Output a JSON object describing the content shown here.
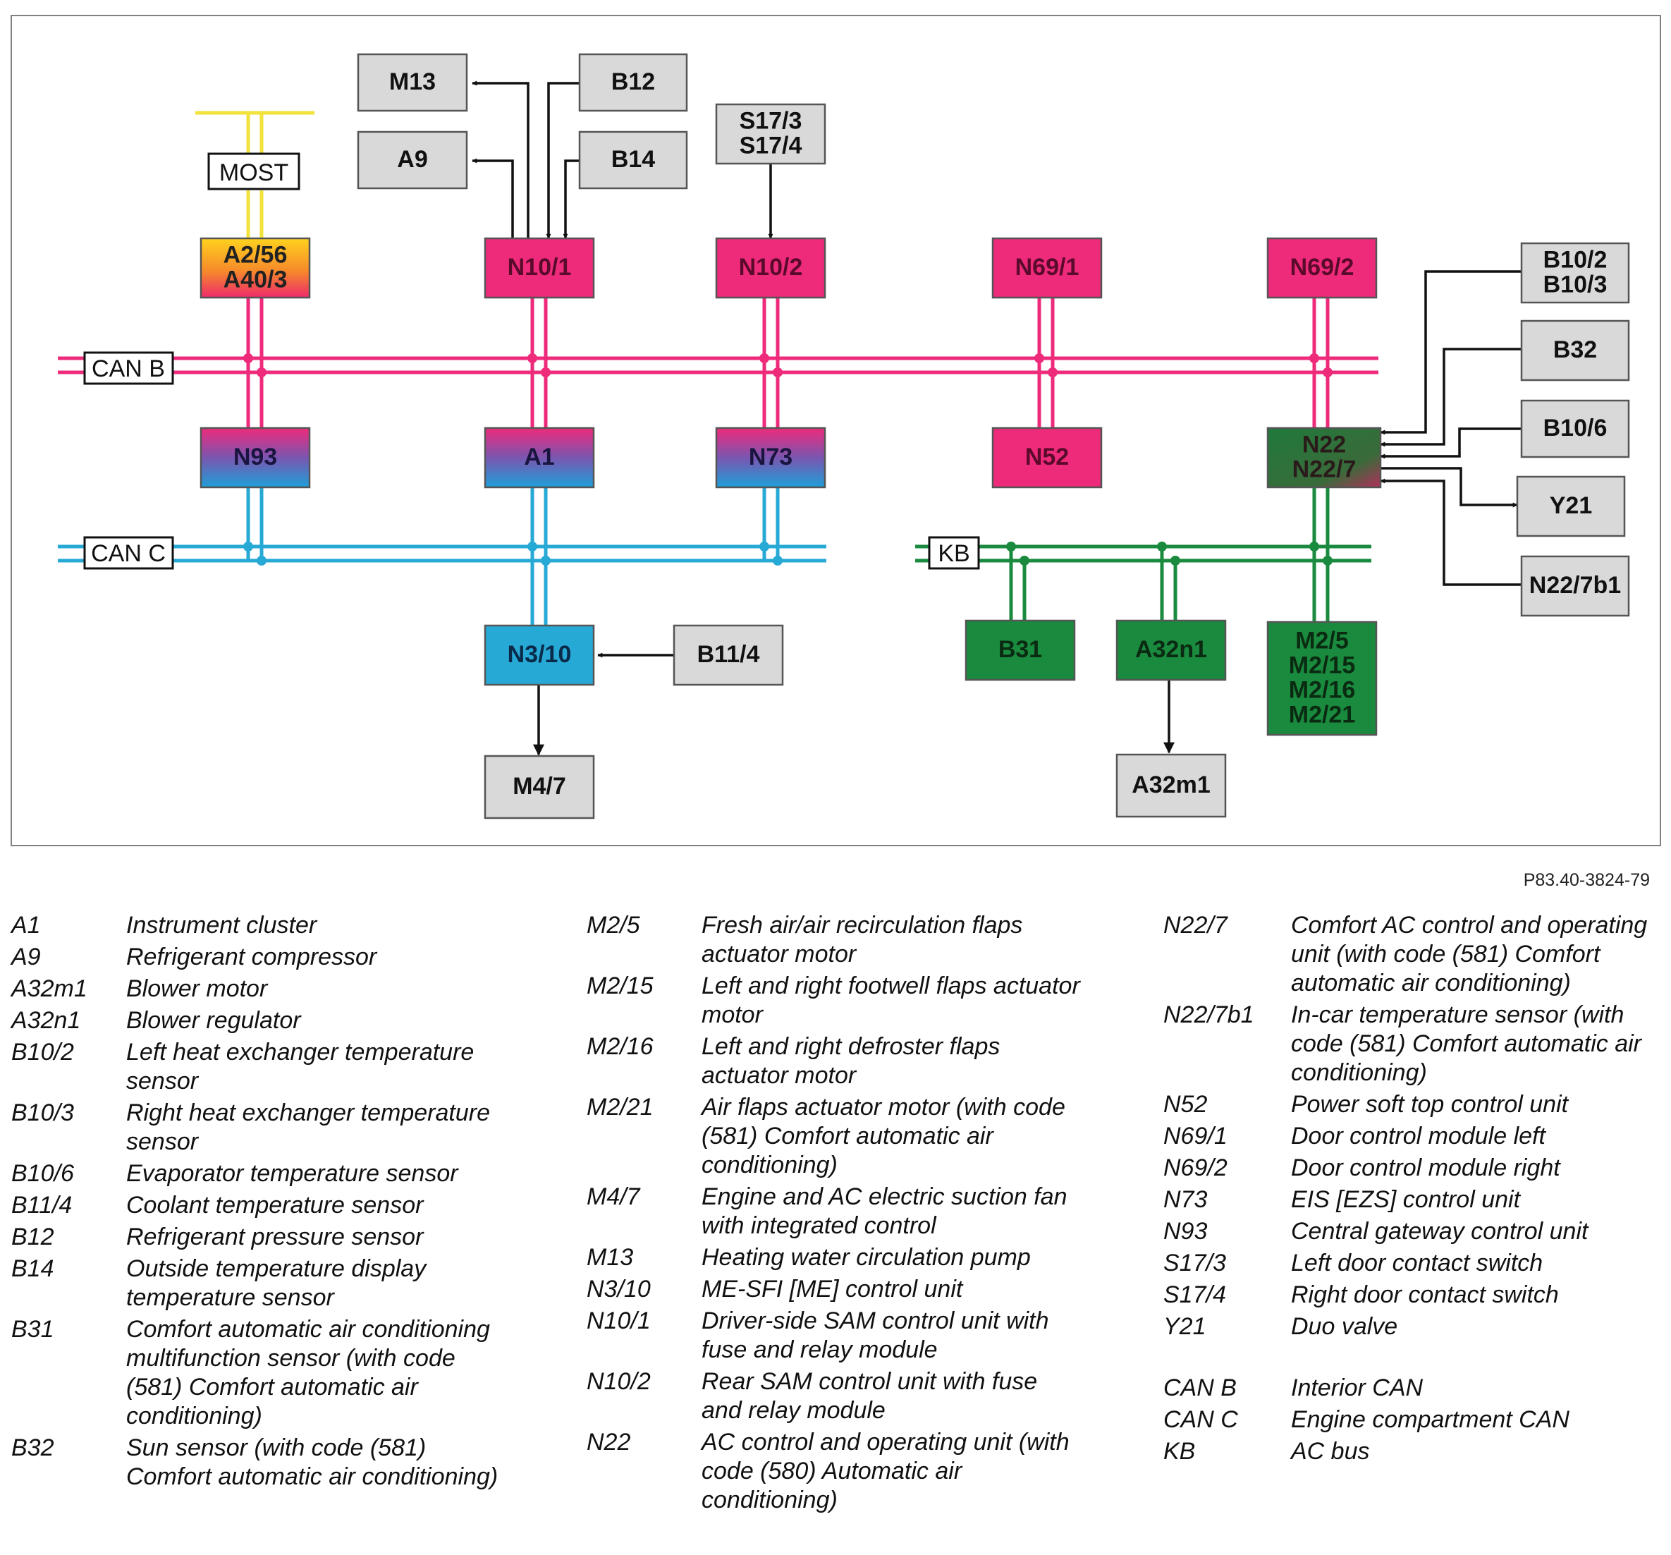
{
  "colors": {
    "can_b": "#ee2a7b",
    "can_c": "#27a9d6",
    "kb": "#1a8a3e",
    "most": "#f2e23c",
    "sensor_fill": "#d9d9d9",
    "frame": "#808080"
  },
  "buses": {
    "can_b": "CAN B",
    "can_c": "CAN C",
    "most": "MOST",
    "kb": "KB"
  },
  "nodes": {
    "M13": [
      "M13"
    ],
    "B12": [
      "B12"
    ],
    "A9": [
      "A9"
    ],
    "B14": [
      "B14"
    ],
    "S17": [
      "S17/3",
      "S17/4"
    ],
    "A2_56": [
      "A2/56",
      "A40/3"
    ],
    "N10_1": [
      "N10/1"
    ],
    "N10_2": [
      "N10/2"
    ],
    "N69_1": [
      "N69/1"
    ],
    "N69_2": [
      "N69/2"
    ],
    "B10_2": [
      "B10/2",
      "B10/3"
    ],
    "B32": [
      "B32"
    ],
    "B10_6": [
      "B10/6"
    ],
    "Y21": [
      "Y21"
    ],
    "N22_7b1": [
      "N22/7b1"
    ],
    "N93": [
      "N93"
    ],
    "A1": [
      "A1"
    ],
    "N73": [
      "N73"
    ],
    "N52": [
      "N52"
    ],
    "N22": [
      "N22",
      "N22/7"
    ],
    "N3_10": [
      "N3/10"
    ],
    "B11_4": [
      "B11/4"
    ],
    "M4_7": [
      "M4/7"
    ],
    "B31": [
      "B31"
    ],
    "A32n1": [
      "A32n1"
    ],
    "A32m1": [
      "A32m1"
    ],
    "M2_5": [
      "M2/5",
      "M2/15",
      "M2/16",
      "M2/21"
    ]
  },
  "figure_id": "P83.40-3824-79",
  "legend": {
    "col1": [
      {
        "code": "A1",
        "desc": "Instrument cluster"
      },
      {
        "code": "A9",
        "desc": "Refrigerant compressor"
      },
      {
        "code": "A32m1",
        "desc": "Blower motor"
      },
      {
        "code": "A32n1",
        "desc": "Blower regulator"
      },
      {
        "code": "B10/2",
        "desc": "Left heat exchanger temperature sensor"
      },
      {
        "code": "B10/3",
        "desc": "Right heat exchanger temperature sensor"
      },
      {
        "code": "B10/6",
        "desc": "Evaporator temperature sensor"
      },
      {
        "code": "B11/4",
        "desc": "Coolant temperature sensor"
      },
      {
        "code": "B12",
        "desc": "Refrigerant pressure sensor"
      },
      {
        "code": "B14",
        "desc": "Outside temperature display temperature sensor"
      },
      {
        "code": "B31",
        "desc": "Comfort automatic air conditioning multifunction sensor (with code (581) Comfort automatic air conditioning)"
      },
      {
        "code": "B32",
        "desc": "Sun sensor (with code (581) Comfort automatic air conditioning)"
      }
    ],
    "col2": [
      {
        "code": "M2/5",
        "desc": "Fresh air/air recirculation flaps actuator motor"
      },
      {
        "code": "M2/15",
        "desc": "Left and right footwell flaps actuator motor"
      },
      {
        "code": "M2/16",
        "desc": "Left and right defroster flaps actuator motor"
      },
      {
        "code": "M2/21",
        "desc": "Air flaps actuator motor (with code (581) Comfort automatic air conditioning)"
      },
      {
        "code": "M4/7",
        "desc": "Engine and AC electric suction fan with integrated control"
      },
      {
        "code": "M13",
        "desc": "Heating water circulation pump"
      },
      {
        "code": "N3/10",
        "desc": "ME-SFI [ME] control unit"
      },
      {
        "code": "N10/1",
        "desc": "Driver-side SAM control unit with fuse and relay module"
      },
      {
        "code": "N10/2",
        "desc": "Rear SAM control unit with fuse and relay module"
      },
      {
        "code": "N22",
        "desc": "AC control and operating unit (with code (580) Automatic air conditioning)"
      }
    ],
    "col3": [
      {
        "code": "N22/7",
        "desc": "Comfort AC control and operating unit (with code (581) Comfort automatic air conditioning)"
      },
      {
        "code": "N22/7b1",
        "desc": "In-car temperature sensor (with code (581) Comfort automatic air conditioning)"
      },
      {
        "code": "N52",
        "desc": "Power soft top control unit"
      },
      {
        "code": "N69/1",
        "desc": "Door control module left"
      },
      {
        "code": "N69/2",
        "desc": "Door control module right"
      },
      {
        "code": "N73",
        "desc": "EIS [EZS] control unit"
      },
      {
        "code": "N93",
        "desc": "Central gateway control unit"
      },
      {
        "code": "S17/3",
        "desc": "Left door contact switch"
      },
      {
        "code": "S17/4",
        "desc": "Right door contact switch"
      },
      {
        "code": "Y21",
        "desc": "Duo valve"
      },
      {
        "code": "CAN B",
        "desc": "Interior CAN"
      },
      {
        "code": "CAN C",
        "desc": "Engine compartment CAN"
      },
      {
        "code": "KB",
        "desc": "AC bus"
      }
    ]
  }
}
